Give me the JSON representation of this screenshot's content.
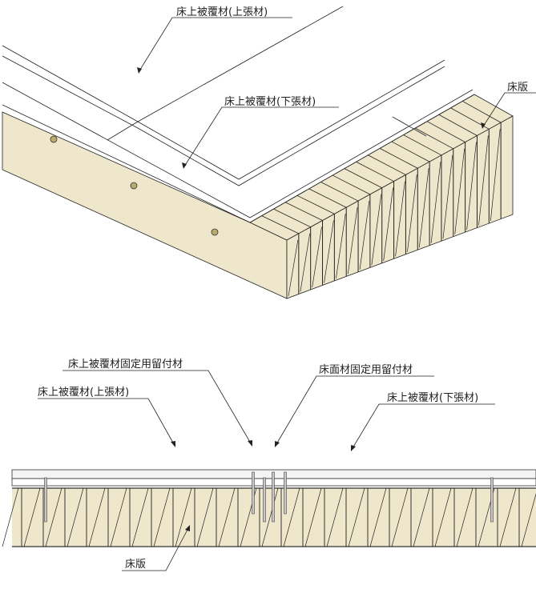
{
  "isometric_view": {
    "labels": {
      "top_cover": "床上被覆材(上張材)",
      "bottom_cover": "床上被覆材(下張材)",
      "floor_slab": "床版"
    }
  },
  "section_view": {
    "labels": {
      "cover_fastener": "床上被覆材固定用留付材",
      "floor_fastener": "床面材固定用留付材",
      "top_cover": "床上被覆材(上張材)",
      "bottom_cover": "床上被覆材(下張材)",
      "floor_slab": "床版"
    }
  },
  "colors": {
    "wood": "#efe7cc",
    "line": "#222222",
    "dowel": "#b9ab6a",
    "nail": "#c8c8c8",
    "board": "#f4f4f4"
  }
}
